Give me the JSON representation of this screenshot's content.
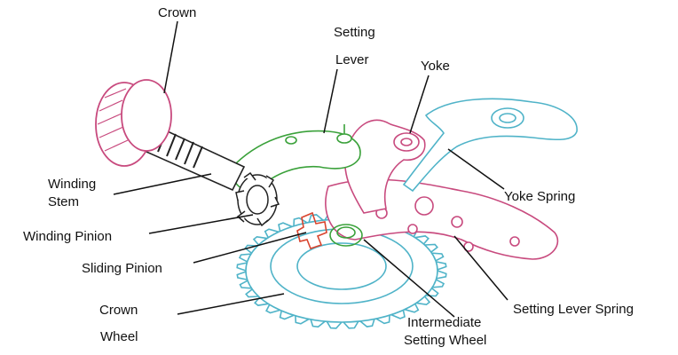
{
  "labels": {
    "crown": "Crown",
    "setting_lever_line1": "Setting",
    "setting_lever_line2": "Lever",
    "yoke": "Yoke",
    "winding_stem_line1": "Winding",
    "winding_stem_line2": "Stem",
    "yoke_spring": "Yoke Spring",
    "winding_pinion": "Winding Pinion",
    "sliding_pinion": "Sliding Pinion",
    "crown_wheel_line1": "Crown",
    "crown_wheel_line2": "Wheel",
    "intermediate_line1": "Intermediate",
    "intermediate_line2": "Setting Wheel",
    "setting_lever_spring": "Setting Lever Spring"
  },
  "colors": {
    "crown": "#c84a7e",
    "stem": "#222222",
    "setting_lever": "#3aa13a",
    "yoke": "#c84a7e",
    "yoke_spring": "#4fb3c8",
    "crown_wheel": "#4fb3c8",
    "setting_lever_spring": "#c84a7e",
    "sliding_pinion": "#d9442e",
    "leader": "#111111"
  }
}
